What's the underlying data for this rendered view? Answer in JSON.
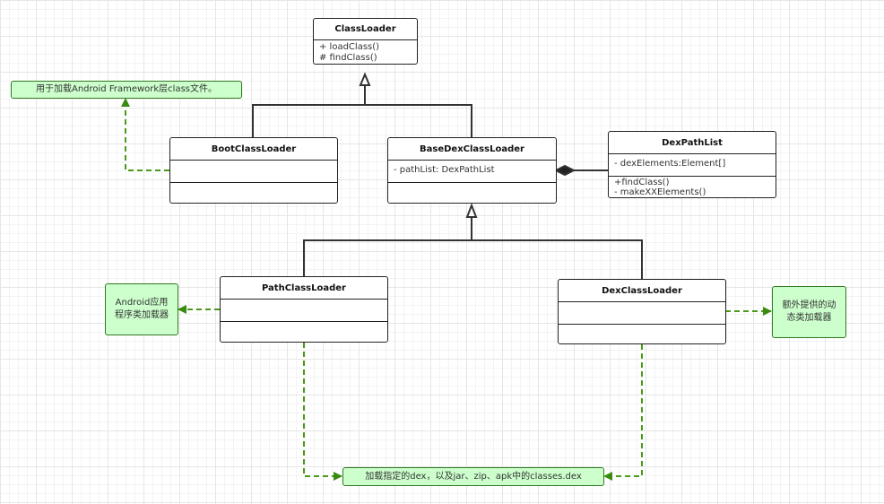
{
  "colors": {
    "class_border": "#222222",
    "note_fill": "#ccffcc",
    "note_border": "#2d7a1f",
    "dashed_line": "#4a9a1a"
  },
  "classes": {
    "class_loader": {
      "name": "ClassLoader",
      "methods": [
        "+ loadClass()",
        "# findClass()"
      ]
    },
    "boot_class_loader": {
      "name": "BootClassLoader"
    },
    "base_dex_class_loader": {
      "name": "BaseDexClassLoader",
      "fields": [
        "- pathList:  DexPathList"
      ]
    },
    "dex_path_list": {
      "name": "DexPathList",
      "fields": [
        "- dexElements:Element[]"
      ],
      "methods": [
        "+findClass()",
        "- makeXXElements()"
      ]
    },
    "path_class_loader": {
      "name": "PathClassLoader"
    },
    "dex_class_loader": {
      "name": "DexClassLoader"
    }
  },
  "notes": {
    "boot": "用于加载Android Framework层class文件。",
    "path": "Android应用程序类加载器",
    "dex": "额外提供的动态类加载器",
    "bottom": "加载指定的dex，以及jar、zip、apk中的classes.dex"
  }
}
